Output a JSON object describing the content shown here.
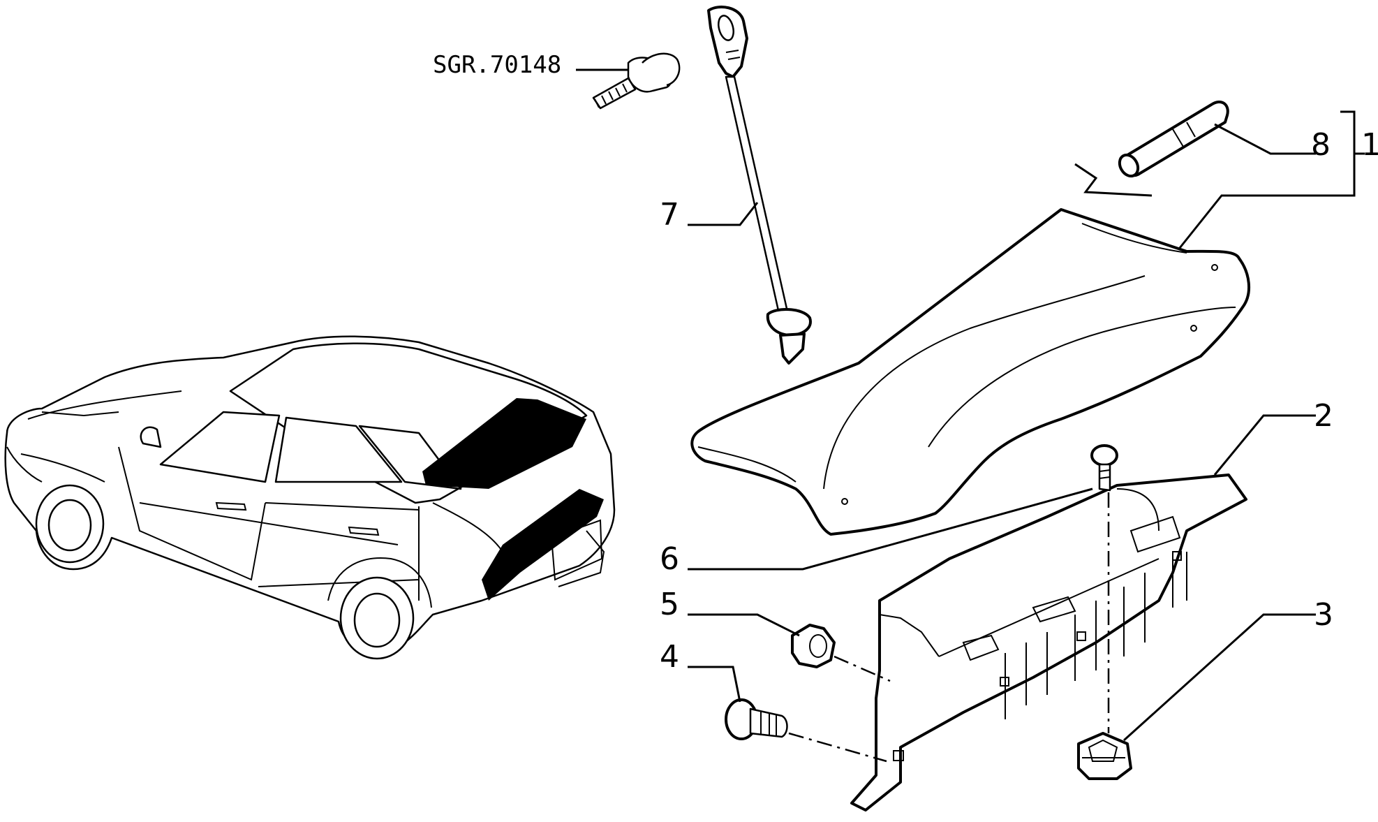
{
  "diagram": {
    "reference_code": "SGR.70148",
    "callouts": [
      {
        "id": "c1",
        "label": "1"
      },
      {
        "id": "c2",
        "label": "2"
      },
      {
        "id": "c3",
        "label": "3"
      },
      {
        "id": "c4",
        "label": "4"
      },
      {
        "id": "c5",
        "label": "5"
      },
      {
        "id": "c6",
        "label": "6"
      },
      {
        "id": "c7",
        "label": "7"
      },
      {
        "id": "c8",
        "label": "8"
      }
    ]
  }
}
